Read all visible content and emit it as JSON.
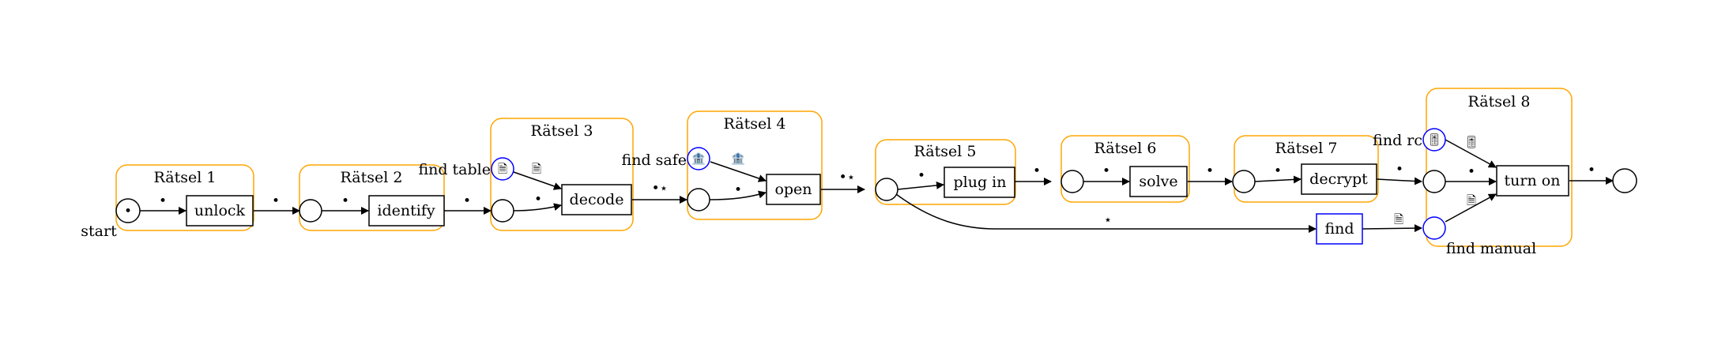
{
  "clusters": {
    "r1": "Rätsel 1",
    "r2": "Rätsel 2",
    "r3": "Rätsel 3",
    "r4": "Rätsel 4",
    "r5": "Rätsel 5",
    "r6": "Rätsel 6",
    "r7": "Rätsel 7",
    "r8": "Rätsel 8"
  },
  "transitions": {
    "unlock": "unlock",
    "identify": "identify",
    "decode": "decode",
    "open": "open",
    "plug_in": "plug in",
    "solve": "solve",
    "decrypt": "decrypt",
    "turn_on": "turn on",
    "find": "find"
  },
  "places": {
    "start_token": "•",
    "start": "start",
    "find_table": "find table",
    "find_safe": "find safe",
    "find_rc": "find rc",
    "find_manual": "find manual"
  },
  "edge_labels": {
    "dot": "•",
    "dot_star": "•⋆",
    "star": "⋆",
    "document_icon": "🗎",
    "bank_icon": "🏦",
    "remote_icon": "🎚"
  },
  "colors": {
    "cluster_border": "#ffa500",
    "resource_place": "#0000ff",
    "default_stroke": "#000000"
  }
}
